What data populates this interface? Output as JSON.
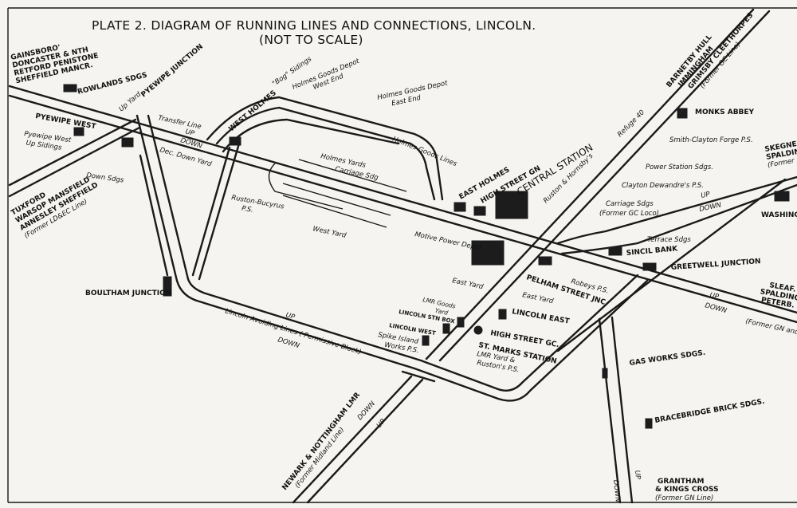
{
  "title": "PLATE 2.  DIAGRAM OF RUNNING LINES AND CONNECTIONS, LINCOLN.",
  "subtitle": "(NOT TO SCALE)",
  "destinations": {
    "northwest": [
      "GAINSBORO'",
      "DONCASTER & NTH",
      "RETFORD PENISTONE",
      "SHEFFIELD MANCR."
    ],
    "west": [
      "TUXFORD",
      "WARSOP MANSFIELD",
      "ANNESLEY SHEFFIELD",
      "(Former LD&EC Line)"
    ],
    "northeast": [
      "BARNETBY HULL",
      "IMMINGHAM",
      "GRIMSBY CLEETHORPES",
      "(Former GC Line)"
    ],
    "east": [
      "SKEGNESS",
      "SPALDING",
      "(Former"
    ],
    "southeast": [
      "SLEAF.",
      "SPALDING",
      "PETERB."
    ],
    "southeast_note": "(Former GN and",
    "south": [
      "GRANTHAM",
      "& KINGS CROSS",
      "(Former GN Line)"
    ],
    "southwest": [
      "NEWARK & NOTTINGHAM LMR",
      "(Former Midland Line)"
    ]
  },
  "signal_boxes": {
    "pyewipe_junction": "PYEWIPE JUNCTION",
    "pyewipe_west": "PYEWIPE WEST",
    "west_holmes": "WEST HOLMES",
    "east_holmes": "EAST HOLMES",
    "high_street_gn": "HIGH STREET GN",
    "central_station": "CENTRAL STATION",
    "boultham_junction": "BOULTHAM JUNCTION",
    "monks_abbey": "MONKS ABBEY",
    "washingborough": "WASHINGB",
    "sincil_bank": "SINCIL BANK",
    "greetwell_junction": "GREETWELL JUNCTION",
    "pelham_street_jnc": "PELHAM STREET JNC",
    "lincoln_east": "LINCOLN EAST",
    "high_street_gc": "HIGH STREET GC.",
    "st_marks_station": "ST. MARKS STATION",
    "lincoln_stn_box": "LINCOLN STN BOX",
    "lincoln_west": "LINCOLN WEST"
  },
  "labels": {
    "rowlands": "ROWLANDS SDGS",
    "up_yard": "Up Yard",
    "transfer_line": "Transfer Line",
    "up": "UP",
    "down": "DOWN",
    "down_yard": "Dec. Down Yard",
    "pyewipe_west_up": [
      "Pyewipe West",
      "Up Sidings"
    ],
    "down_sdgs": "Down Sdgs",
    "bog_sidings": "\"Bog\" Sidings",
    "holmes_west_end": [
      "Holmes Goods Depot",
      "West End"
    ],
    "holmes_east_end": [
      "Holmes Goods Depot",
      "East End"
    ],
    "holmes_yards": "Holmes Yards",
    "carriage_sdg": "Carriage Sdg",
    "holmes_goods_lines": "Holmes Goods Lines",
    "ruston_bucyrus": [
      "Ruston-Bucyrus",
      "P.S."
    ],
    "west_yard": "West Yard",
    "motive_power": "Motive Power Depot",
    "ruston_hornsby": "Ruston & Hornsby's",
    "refuge": "Refuge 40",
    "smith_clayton": "Smith-Clayton Forge P.S.",
    "power_station": "Power Station Sdgs.",
    "clayton_dewandre": "Clayton Dewandre's P.S.",
    "carriage_sdgs": [
      "Carriage Sdgs",
      "(Former GC Loco)"
    ],
    "terrace_sdgs": "Terrace Sdgs",
    "robeys": "Robeys P.S.",
    "east_yard_1": "East Yard",
    "east_yard_2": "East Yard",
    "lmr_goods_yard": [
      "LMR Goods",
      "Yard"
    ],
    "spike_island": [
      "Spike Island",
      "Works P.S."
    ],
    "lmr_yard_rustons": [
      "LMR Yard &",
      "Ruston's P.S."
    ],
    "avoiding_lines": "Lincoln Avoiding Lines  ( Permissive Block)",
    "gas_works": "GAS WORKS SDGS.",
    "bracebridge": "BRACEBRIDGE BRICK SDGS."
  }
}
